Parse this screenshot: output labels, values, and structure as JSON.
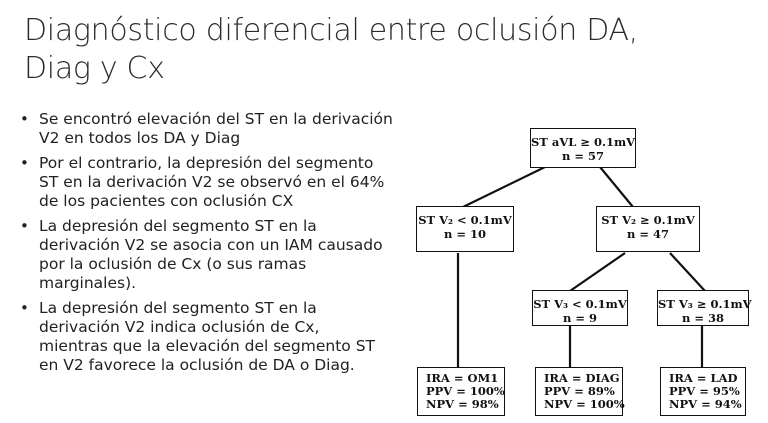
{
  "slide": {
    "title_line1": "Diagnóstico diferencial entre oclusión DA,",
    "title_line2": "Diag y Cx",
    "bullets": [
      "Se encontró elevación del ST en la derivación V2 en todos los DA y Diag",
      "Por el contrario, la depresión del segmento ST en la derivación V2 se observó en el 64% de los pacientes con oclusión CX",
      "La depresión del segmento ST en la derivación V2 se asocia con un IAM causado por la oclusión de Cx (o sus ramas marginales).",
      "La depresión del segmento ST en la derivación V2 indica oclusión de Cx, mientras que la elevación del segmento ST en V2 favorece la oclusión de DA o Diag."
    ]
  },
  "tree": {
    "root": {
      "line1": "ST aVL ≥ 0.1mV",
      "line2": "n = 57"
    },
    "left": {
      "line1": "ST V₂ < 0.1mV",
      "line2": "n = 10"
    },
    "right": {
      "line1": "ST V₂ ≥ 0.1mV",
      "line2": "n = 47"
    },
    "right_left": {
      "line1": "ST V₃ < 0.1mV",
      "line2": "n = 9"
    },
    "right_right": {
      "line1": "ST V₃ ≥ 0.1mV",
      "line2": "n = 38"
    },
    "leaf_om1": {
      "ira": "IRA = OM1",
      "ppv": "PPV = 100%",
      "npv": "NPV = 98%"
    },
    "leaf_diag": {
      "ira": "IRA = DIAG",
      "ppv": "PPV = 89%",
      "npv": "NPV = 100%"
    },
    "leaf_lad": {
      "ira": "IRA = LAD",
      "ppv": "PPV = 95%",
      "npv": "NPV = 94%"
    }
  }
}
